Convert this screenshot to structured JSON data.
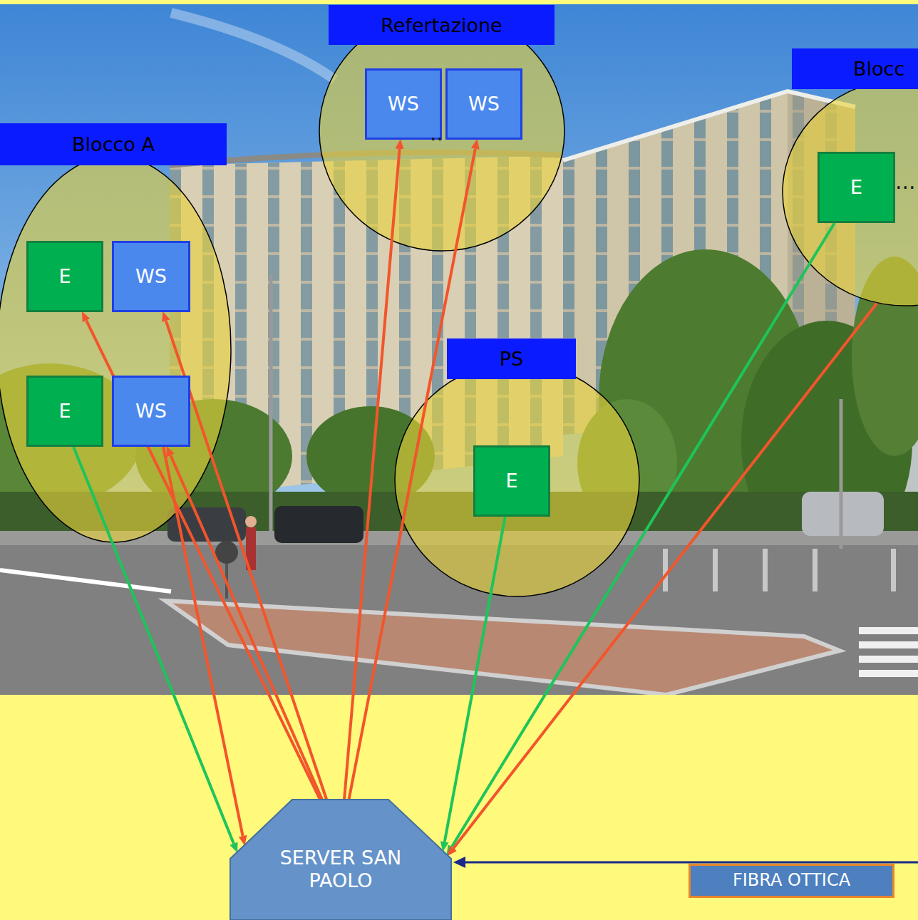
{
  "diagram": {
    "nodes": [
      {
        "text": [
          "Blocco A"
        ]
      },
      {
        "text": [
          "E"
        ],
        "in": 0
      },
      {
        "text": [
          "WS"
        ],
        "in": 0
      },
      {
        "text": [
          "E"
        ],
        "in": 0
      },
      {
        "text": [
          "WS"
        ],
        "in": 0
      },
      {
        "text": [
          "Refertazione"
        ]
      },
      {
        "text": [
          "WS"
        ],
        "in": 5
      },
      {
        "text": [
          "WS"
        ],
        "in": 5
      },
      {
        "text": [
          "Blocc"
        ]
      },
      {
        "text": [
          "E"
        ],
        "in": 8
      },
      {
        "text": [
          "PS"
        ]
      },
      {
        "text": [
          "E"
        ],
        "in": 10
      },
      {
        "text": [
          "SERVER SAN PAOLO"
        ]
      },
      {
        "text": [
          "FIBRA OTTICA"
        ]
      }
    ],
    "edges": [
      {
        "from": 12,
        "to": 1,
        "arrow": "to"
      },
      {
        "from": 12,
        "to": 2,
        "arrow": "to"
      },
      {
        "from": 12,
        "to": 4,
        "arrow": "to"
      },
      {
        "from": 4,
        "to": 12,
        "arrow": "to"
      },
      {
        "from": 3,
        "to": 12,
        "arrow": "to"
      },
      {
        "from": 12,
        "to": 6,
        "arrow": "to"
      },
      {
        "from": 12,
        "to": 7,
        "arrow": "to"
      },
      {
        "from": 11,
        "to": 12,
        "arrow": "to"
      },
      {
        "from": 9,
        "to": 12,
        "arrow": "to"
      },
      {
        "from": 8,
        "to": 12,
        "arrow": "to"
      }
    ],
    "labels": [
      "..",
      "..."
    ]
  }
}
